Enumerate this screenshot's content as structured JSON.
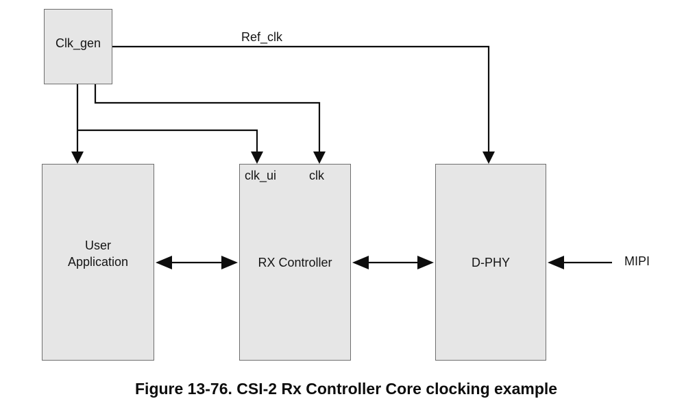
{
  "caption": "Figure 13-76. CSI-2 Rx Controller Core clocking example",
  "blocks": {
    "clk_gen": {
      "label": "Clk_gen"
    },
    "user_application": {
      "label": "User Application"
    },
    "rx_controller": {
      "label": "RX Controller",
      "port_clk_ui": "clk_ui",
      "port_clk": "clk"
    },
    "d_phy": {
      "label": "D-PHY"
    }
  },
  "signals": {
    "ref_clk": "Ref_clk",
    "mipi": "MIPI"
  },
  "colors": {
    "background": "#ffffff",
    "box_fill": "#e6e6e6",
    "box_border": "#6e6e6e",
    "wire": "#0d0d0d",
    "text": "#141414"
  }
}
